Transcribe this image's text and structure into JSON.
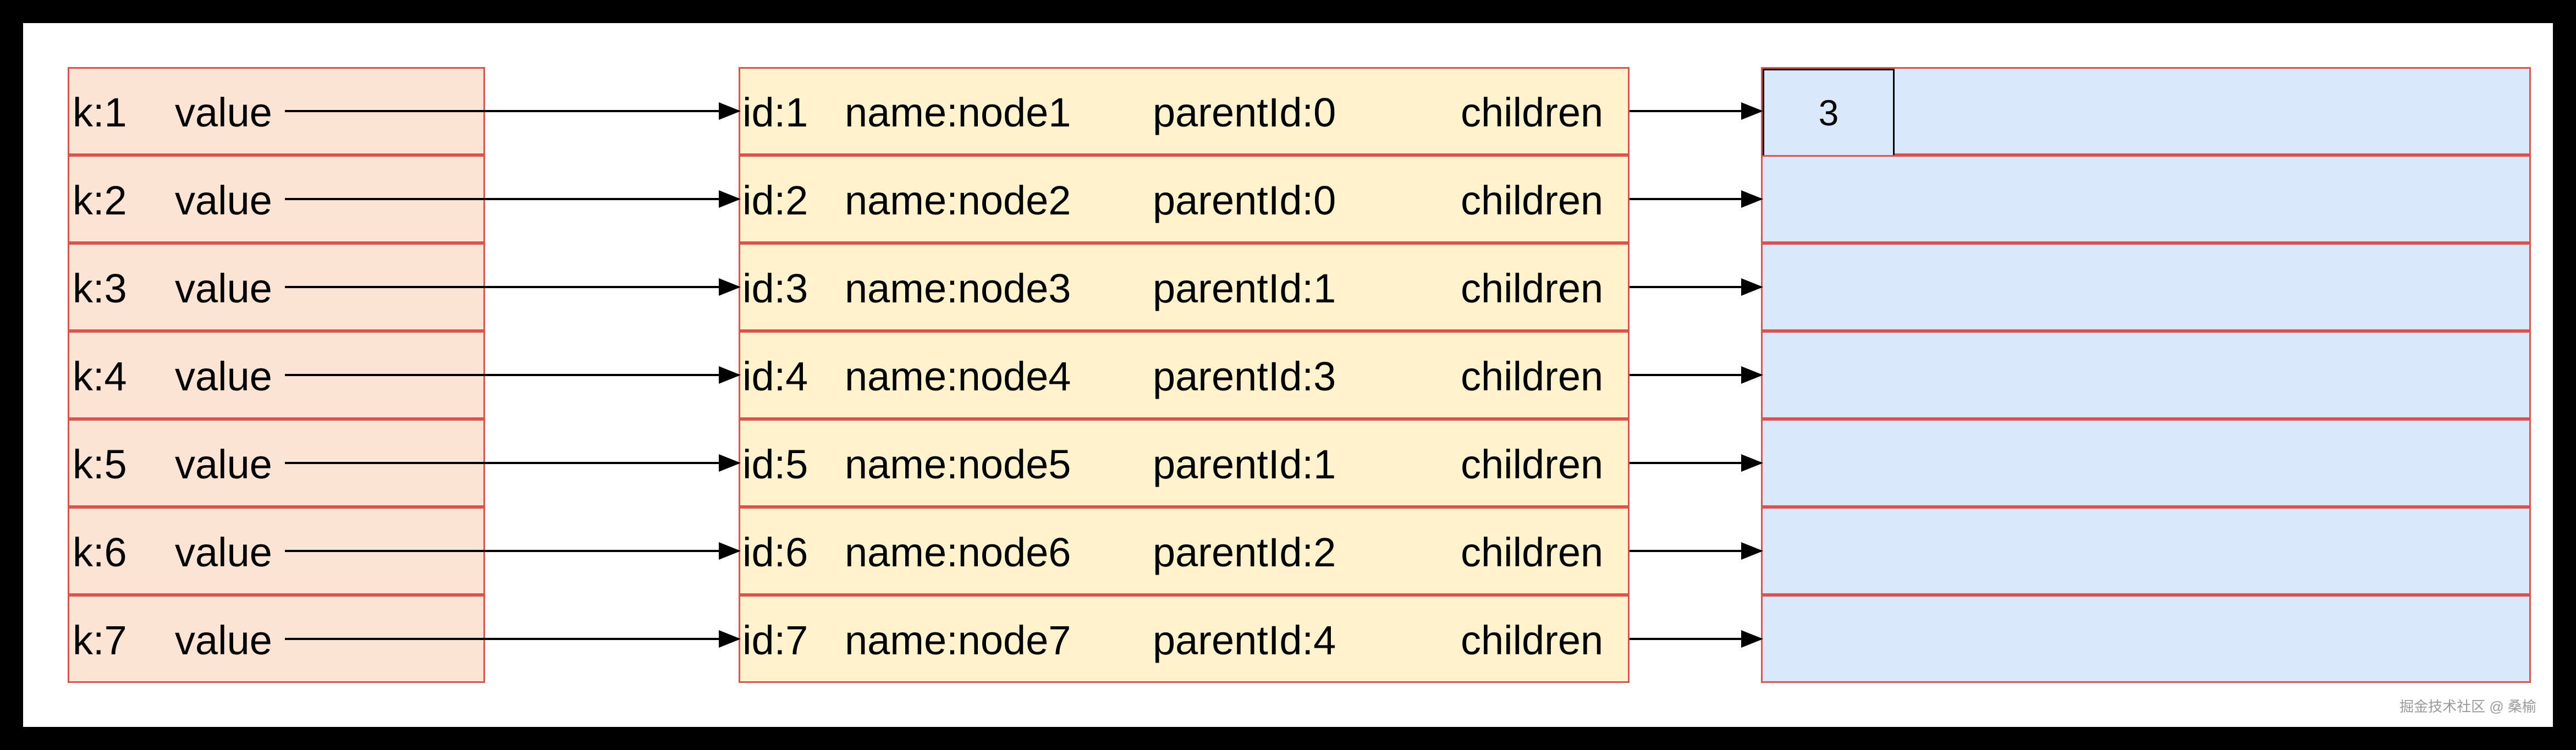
{
  "map_entries": [
    {
      "key": "k:1",
      "value": "value"
    },
    {
      "key": "k:2",
      "value": "value"
    },
    {
      "key": "k:3",
      "value": "value"
    },
    {
      "key": "k:4",
      "value": "value"
    },
    {
      "key": "k:5",
      "value": "value"
    },
    {
      "key": "k:6",
      "value": "value"
    },
    {
      "key": "k:7",
      "value": "value"
    }
  ],
  "nodes": [
    {
      "id": "id:1",
      "name": "name:node1",
      "parent": "parentId:0",
      "children": "children"
    },
    {
      "id": "id:2",
      "name": "name:node2",
      "parent": "parentId:0",
      "children": "children"
    },
    {
      "id": "id:3",
      "name": "name:node3",
      "parent": "parentId:1",
      "children": "children"
    },
    {
      "id": "id:4",
      "name": "name:node4",
      "parent": "parentId:3",
      "children": "children"
    },
    {
      "id": "id:5",
      "name": "name:node5",
      "parent": "parentId:1",
      "children": "children"
    },
    {
      "id": "id:6",
      "name": "name:node6",
      "parent": "parentId:2",
      "children": "children"
    },
    {
      "id": "id:7",
      "name": "name:node7",
      "parent": "parentId:4",
      "children": "children"
    }
  ],
  "children_lists": [
    {
      "entries": [
        "3"
      ]
    },
    {
      "entries": []
    },
    {
      "entries": []
    },
    {
      "entries": []
    },
    {
      "entries": []
    },
    {
      "entries": []
    },
    {
      "entries": []
    }
  ],
  "watermark": "掘金技术社区 @ 桑榆",
  "colors": {
    "map_fill": "#fce4d4",
    "node_fill": "#fff2cc",
    "children_fill": "#dae8fc",
    "cell_border": "#d9534f",
    "frame": "#000000"
  }
}
